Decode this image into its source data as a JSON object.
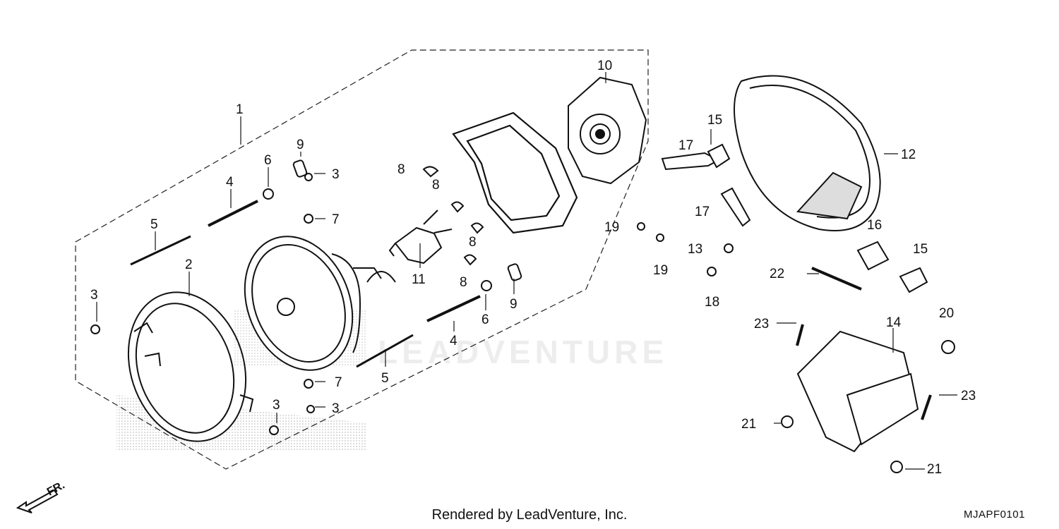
{
  "footer": {
    "rendered_by": "Rendered by LeadVenture, Inc.",
    "diagram_code": "MJAPF0101"
  },
  "watermark": "LEADVENTURE",
  "direction": {
    "label": "FR."
  },
  "callouts": {
    "c1": "1",
    "c2": "2",
    "c3a": "3",
    "c3b": "3",
    "c3c": "3",
    "c3d": "3",
    "c4a": "4",
    "c4b": "4",
    "c5a": "5",
    "c5b": "5",
    "c6a": "6",
    "c6b": "6",
    "c7a": "7",
    "c7b": "7",
    "c8a": "8",
    "c8b": "8",
    "c8c": "8",
    "c8d": "8",
    "c9a": "9",
    "c9b": "9",
    "c10": "10",
    "c11": "11",
    "c12": "12",
    "c13": "13",
    "c14": "14",
    "c15a": "15",
    "c15b": "15",
    "c16": "16",
    "c17a": "17",
    "c17b": "17",
    "c18": "18",
    "c19a": "19",
    "c19b": "19",
    "c20": "20",
    "c21a": "21",
    "c21b": "21",
    "c22": "22",
    "c23a": "23",
    "c23b": "23"
  }
}
